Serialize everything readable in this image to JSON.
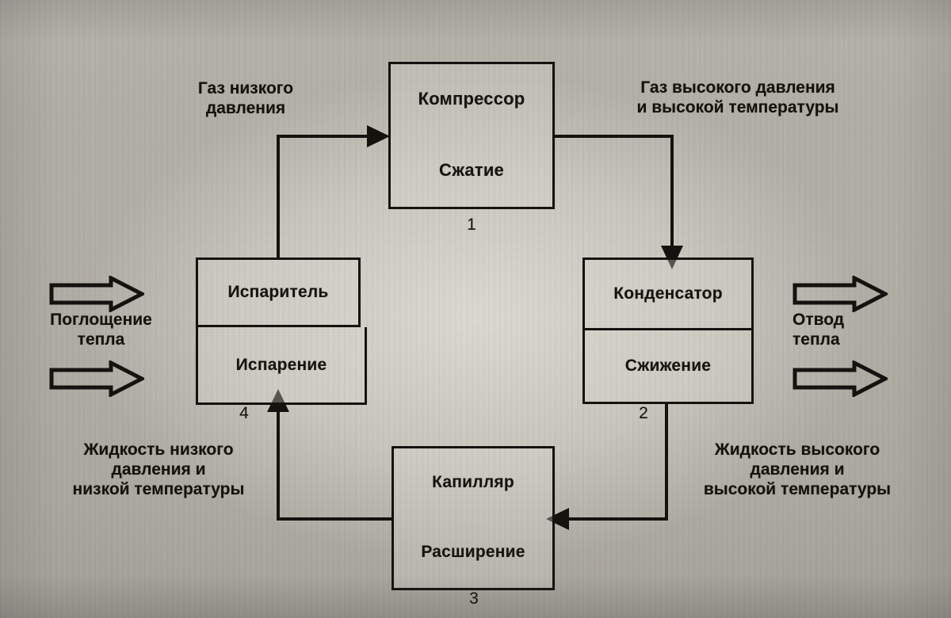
{
  "diagram": {
    "title": "Refrigeration cycle schematic",
    "ink_color": "#15130f",
    "background_color": "#b3b0a8",
    "paper_color": "#d9d9d1"
  },
  "nodes": {
    "compressor": {
      "name": "Компрессор",
      "process": "Сжатие",
      "number": "1"
    },
    "condenser": {
      "name": "Конденсатор",
      "process": "Сжижение",
      "number": "2"
    },
    "capillary": {
      "name": "Капилляр",
      "process": "Расширение",
      "number": "3"
    },
    "evaporator": {
      "name": "Испаритель",
      "process": "Испарение",
      "number": "4"
    }
  },
  "flow_labels": {
    "top_left": "Газ низкого\nдавления",
    "top_right": "Газ высокого давления\nи высокой температуры",
    "bottom_left": "Жидкость низкого\nдавления и\nнизкой температуры",
    "bottom_right": "Жидкость высокого\nдавления и\nвысокой температуры"
  },
  "heat_labels": {
    "left": "Поглощение\nтепла",
    "right": "Отвод\nтепла"
  }
}
